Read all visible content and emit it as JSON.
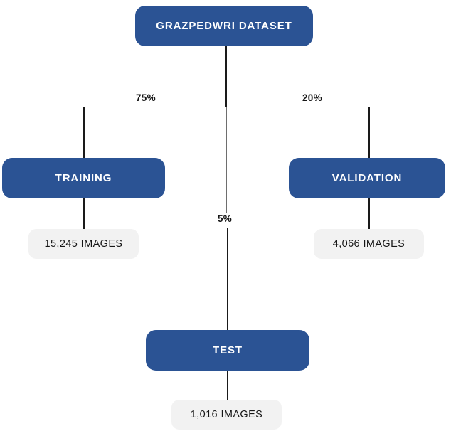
{
  "diagram": {
    "title": "GRAZPEDWRI DATASET",
    "root": {
      "label": "GRAZPEDWRI DATASET"
    },
    "branches": [
      {
        "name": "training",
        "label": "TRAINING",
        "percent": "75%",
        "count_label": "15,245 IMAGES",
        "images": 15245,
        "share": 75
      },
      {
        "name": "validation",
        "label": "VALIDATION",
        "percent": "20%",
        "count_label": "4,066 IMAGES",
        "images": 4066,
        "share": 20
      },
      {
        "name": "test",
        "label": "TEST",
        "percent": "5%",
        "count_label": "1,016 IMAGES",
        "images": 1016,
        "share": 5
      }
    ],
    "colors": {
      "node_blue": "#2b5394",
      "node_text": "#ffffff",
      "count_box": "#f2f2f2",
      "count_text": "#161616",
      "connector": "#1a1a1a",
      "background": "#ffffff"
    }
  }
}
